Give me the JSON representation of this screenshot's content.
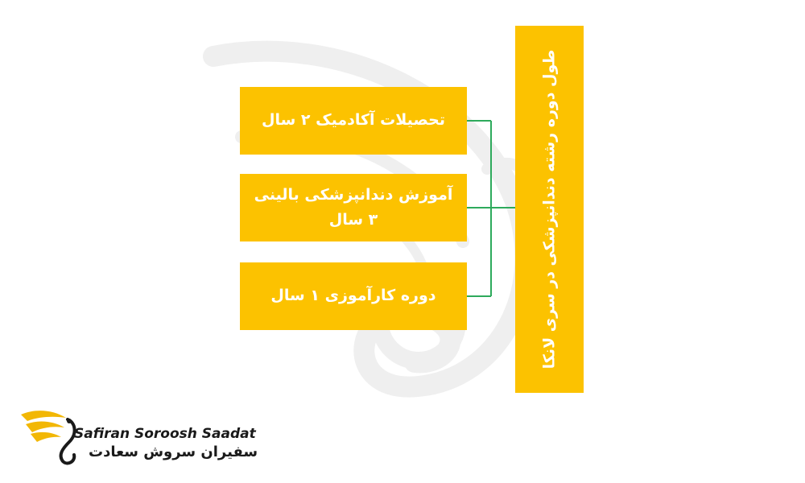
{
  "root": {
    "label": "طول دوره رشته دندانپزشکی در سری لانکا"
  },
  "children": [
    {
      "label": "تحصیلات آکادمیک ۲ سال"
    },
    {
      "label": "آموزش دندانپزشکی بالینی ۳ سال"
    },
    {
      "label": "دوره کارآموزی ۱ سال"
    }
  ],
  "brand": {
    "name_latin": "Safiran Soroosh Saadat",
    "name_persian": "سفیران سروش سعادت",
    "icon": "golden-wing-logo-icon",
    "watermark_icon": "swan-wing-watermark-icon"
  },
  "colors": {
    "box": "#fcc200",
    "connector": "#2eaa5c",
    "text": "#ffffff",
    "logo_gold": "#f2b705",
    "logo_text": "#1a1a1a",
    "watermark": "#f2f2f2"
  }
}
